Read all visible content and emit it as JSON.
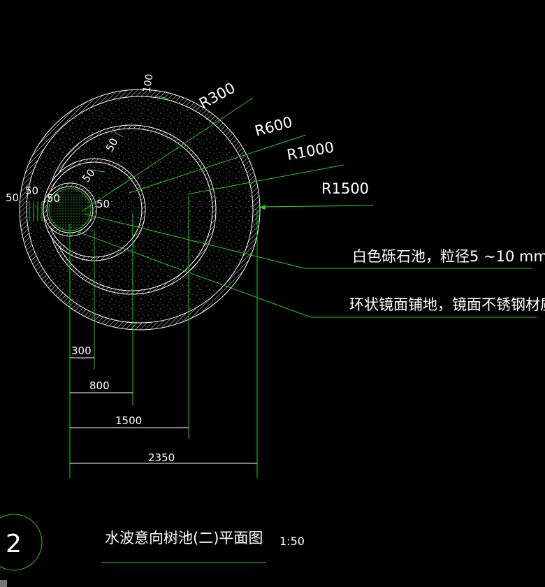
{
  "drawing": {
    "radius_labels": [
      "R300",
      "R600",
      "R1000",
      "R1500"
    ],
    "ring_width_labels": [
      "100",
      "50",
      "50",
      "50",
      "50",
      "50",
      "50"
    ],
    "dimensions": [
      "300",
      "800",
      "1500",
      "2350"
    ],
    "notes": [
      "白色砾石池，粒径5 ~10 mm",
      "环状镜面铺地，镜面不锈钢材质"
    ],
    "title_number": "2",
    "title": "水波意向树池(二)平面图",
    "scale": "1:50"
  },
  "colors": {
    "background": "#000000",
    "lines": "#22d022",
    "rings": "#ffffff",
    "text": "#ffffff"
  }
}
